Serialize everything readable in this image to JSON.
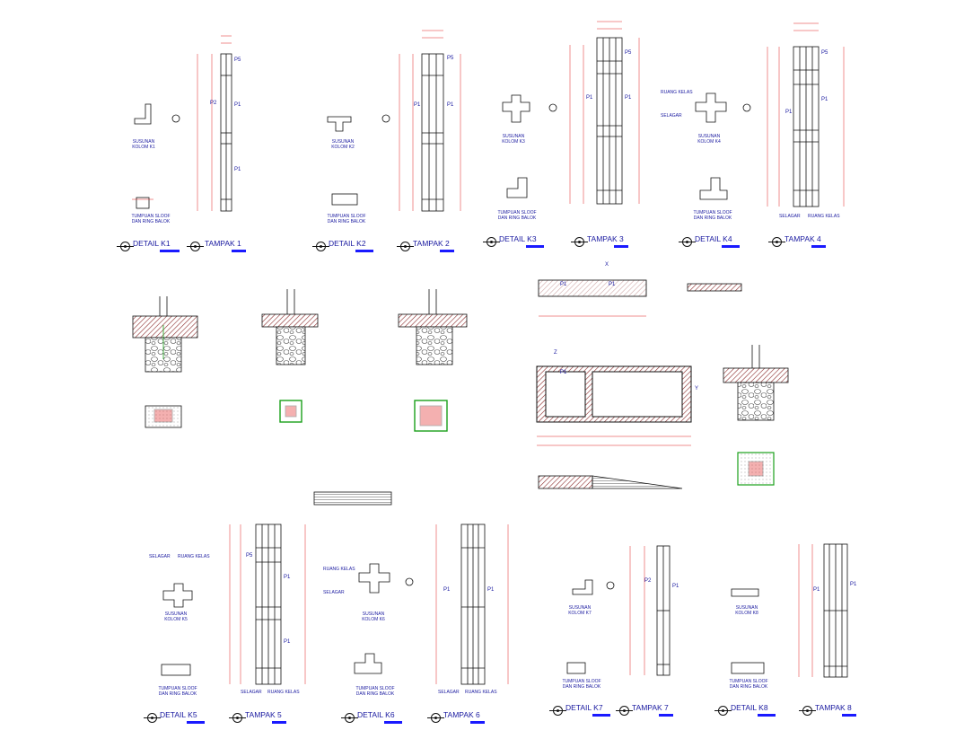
{
  "titles": [
    "DETAIL K1",
    "TAMPAK 1",
    "DETAIL K2",
    "TAMPAK 2",
    "DETAIL K3",
    "TAMPAK 3",
    "DETAIL K4",
    "TAMPAK 4",
    "DETAIL K5",
    "TAMPAK 5",
    "DETAIL K6",
    "TAMPAK 6",
    "DETAIL K7",
    "TAMPAK 7",
    "DETAIL K8",
    "TAMPAK 8"
  ],
  "notes": {
    "susunan_k1": "SUSUNAN KOLOM K1",
    "susunan_k2": "SUSUNAN KOLOM K2",
    "susunan_k3": "SUSUNAN KOLOM K3",
    "susunan_k4": "SUSUNAN KOLOM K4",
    "susunan_k5": "SUSUNAN KOLOM K5",
    "susunan_k6": "SUSUNAN KOLOM K6",
    "susunan_k7": "SUSUNAN KOLOM K7",
    "susunan_k8": "SUSUNAN KOLOM K8",
    "tumpuan": "TUMPUAN SLOOF DAN RING BALOK",
    "selagar": "SELAGAR",
    "ruang_kelas": "RUANG KELAS",
    "ruang_kelas_short": "RUANG KELAS"
  },
  "member_labels": {
    "p1": "P1",
    "p2": "P2",
    "p5": "P5",
    "x": "X",
    "y": "Y",
    "z": "Z"
  },
  "colors": {
    "title": "#1a1aa0",
    "dim": "#e02020",
    "line": "#111111",
    "blue_bar": "#1a1aff",
    "hatch": "#8b2a2a",
    "rebar": "#1aa01a"
  }
}
